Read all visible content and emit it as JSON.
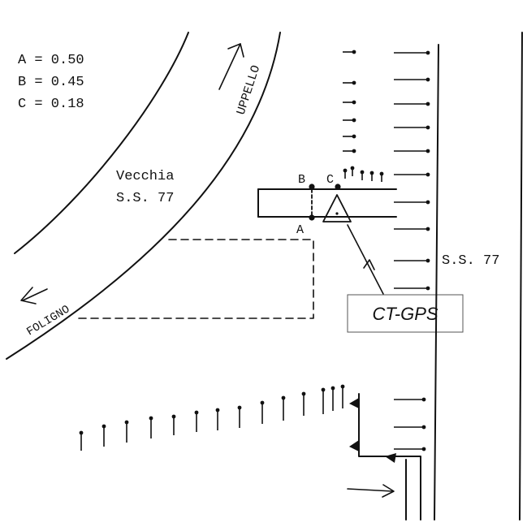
{
  "coefficients": [
    {
      "label": "A",
      "value": "0.50",
      "text": "A = 0.50"
    },
    {
      "label": "B",
      "value": "0.45",
      "text": "B = 0.45"
    },
    {
      "label": "C",
      "value": "0.18",
      "text": "C = 0.18"
    }
  ],
  "roads": {
    "uppello": "UPPELLO",
    "foligno": "FOLIGNO",
    "vecchia_line1": "Vecchia",
    "vecchia_line2": "S.S. 77",
    "ss77": "S.S. 77"
  },
  "points": {
    "a": "A",
    "b": "B",
    "c": "C"
  },
  "station": {
    "label": "CT-GPS",
    "icon": "triangle-with-dot-icon"
  },
  "colors": {
    "ink": "#111111",
    "background": "#ffffff",
    "label_border": "#555555"
  }
}
